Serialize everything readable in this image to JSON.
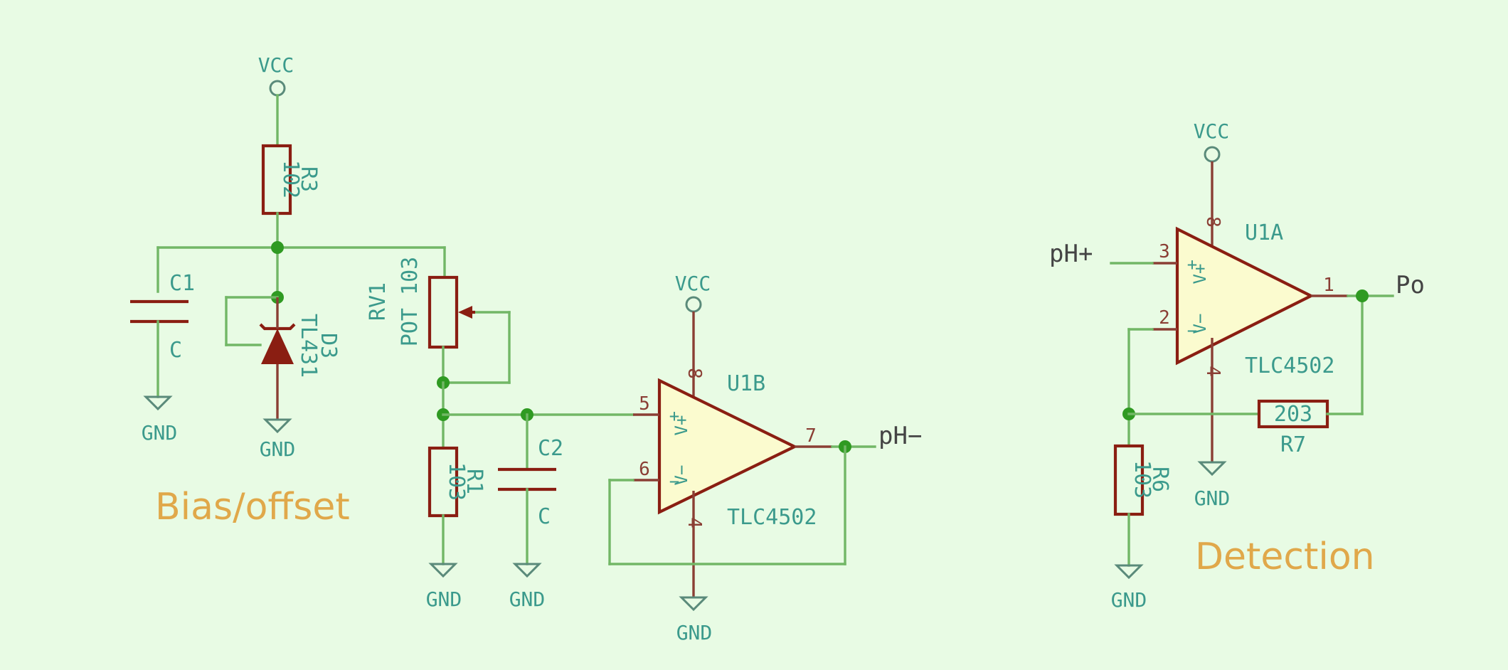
{
  "power": {
    "vcc": "VCC",
    "gnd": "GND"
  },
  "blocks": {
    "bias": "Bias/offset",
    "detection": "Detection"
  },
  "nets": {
    "ph_minus": "pH−",
    "ph_plus": "pH+",
    "po": "Po"
  },
  "components": {
    "r3": {
      "ref": "R3",
      "value": "102"
    },
    "c1": {
      "ref": "C1",
      "value": "C"
    },
    "d3": {
      "ref": "D3",
      "value": "TL431"
    },
    "rv1": {
      "ref": "RV1",
      "value": "POT 103"
    },
    "r1": {
      "ref": "R1",
      "value": "103"
    },
    "c2": {
      "ref": "C2",
      "value": "C"
    },
    "u1b": {
      "ref": "U1B",
      "value": "TLC4502"
    },
    "u1a": {
      "ref": "U1A",
      "value": "TLC4502"
    },
    "r6": {
      "ref": "R6",
      "value": "103"
    },
    "r7": {
      "ref": "R7",
      "value": "203"
    }
  },
  "opamp": {
    "plus": "+",
    "minus": "−",
    "vplus": "V+",
    "vminus": "V−"
  },
  "pins": {
    "u1b": {
      "in_plus": "5",
      "in_minus": "6",
      "out": "7",
      "vpos": "8",
      "vneg": "4"
    },
    "u1a": {
      "in_plus": "3",
      "in_minus": "2",
      "out": "1",
      "vpos": "8",
      "vneg": "4"
    }
  },
  "colors": {
    "background": "#e8fbe4",
    "wire": "#72b766",
    "component": "#8a1e12",
    "component_fill": "#fbfbcf",
    "junction": "#2f9a22",
    "label": "#3b9a8c",
    "block_title": "#e0a84a"
  }
}
